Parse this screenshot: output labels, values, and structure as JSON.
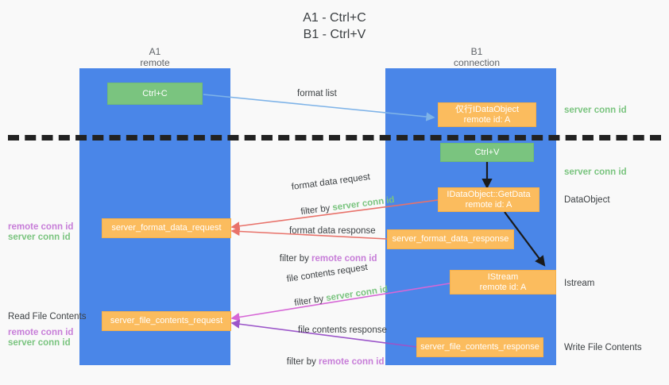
{
  "title": {
    "line1": "A1 - Ctrl+C",
    "line2": "B1 - Ctrl+V"
  },
  "columns": [
    {
      "name": "A1",
      "sub": "remote"
    },
    {
      "name": "B1",
      "sub": "connection"
    }
  ],
  "nodes": {
    "ctrl_c": {
      "label": "Ctrl+C"
    },
    "ctrl_v": {
      "label": "Ctrl+V"
    },
    "idataobject": {
      "line1": "仅行IDataObject",
      "line2": "remote id: A"
    },
    "getdata": {
      "line1": "IDataObject::GetData",
      "line2": "remote id: A"
    },
    "istream": {
      "line1": "IStream",
      "line2": "remote id: A"
    },
    "server_format_data_request": {
      "label": "server_format_data_request"
    },
    "server_format_data_response": {
      "label": "server_format_data_response"
    },
    "server_file_contents_request": {
      "label": "server_file_contents_request"
    },
    "server_file_contents_response": {
      "label": "server_file_contents_response"
    }
  },
  "edge_labels": {
    "format_list": "format list",
    "format_data_request": "format data request",
    "format_data_request_filter_prefix": "filter by ",
    "format_data_request_filter_value": "server conn id",
    "format_data_response": "format data response",
    "format_data_response_filter_prefix": "filter by ",
    "format_data_response_filter_value": "remote conn id",
    "file_contents_request": "file contents request",
    "file_contents_request_filter_prefix": "filter by ",
    "file_contents_request_filter_value": "server conn id",
    "file_contents_response": "file contents response",
    "file_contents_response_filter_prefix": "filter by ",
    "file_contents_response_filter_value": "remote conn id"
  },
  "right_labels": {
    "server_conn_id_top": "server conn id",
    "server_conn_id_second": "server conn id",
    "dataobject": "DataObject",
    "istream": "Istream",
    "write_file_contents": "Write File Contents"
  },
  "left_labels": {
    "remote_conn_id_1": "remote conn id",
    "server_conn_id_1": "server conn id",
    "read_file_contents": "Read File Contents",
    "remote_conn_id_2": "remote conn id",
    "server_conn_id_2": "server conn id"
  },
  "colors": {
    "lane": "#4a86e8",
    "green_node": "#7ac47f",
    "orange_node": "#fbbc5e",
    "green_text": "#7ac47f",
    "magenta_text": "#c77dd8",
    "arrow_blue": "#7eb3e8",
    "arrow_red": "#e8726a",
    "arrow_magenta": "#d667d6",
    "arrow_purple": "#9b55c9",
    "arrow_dark": "#1a1a1a",
    "divider": "#222222",
    "background": "#f9f9f9"
  }
}
